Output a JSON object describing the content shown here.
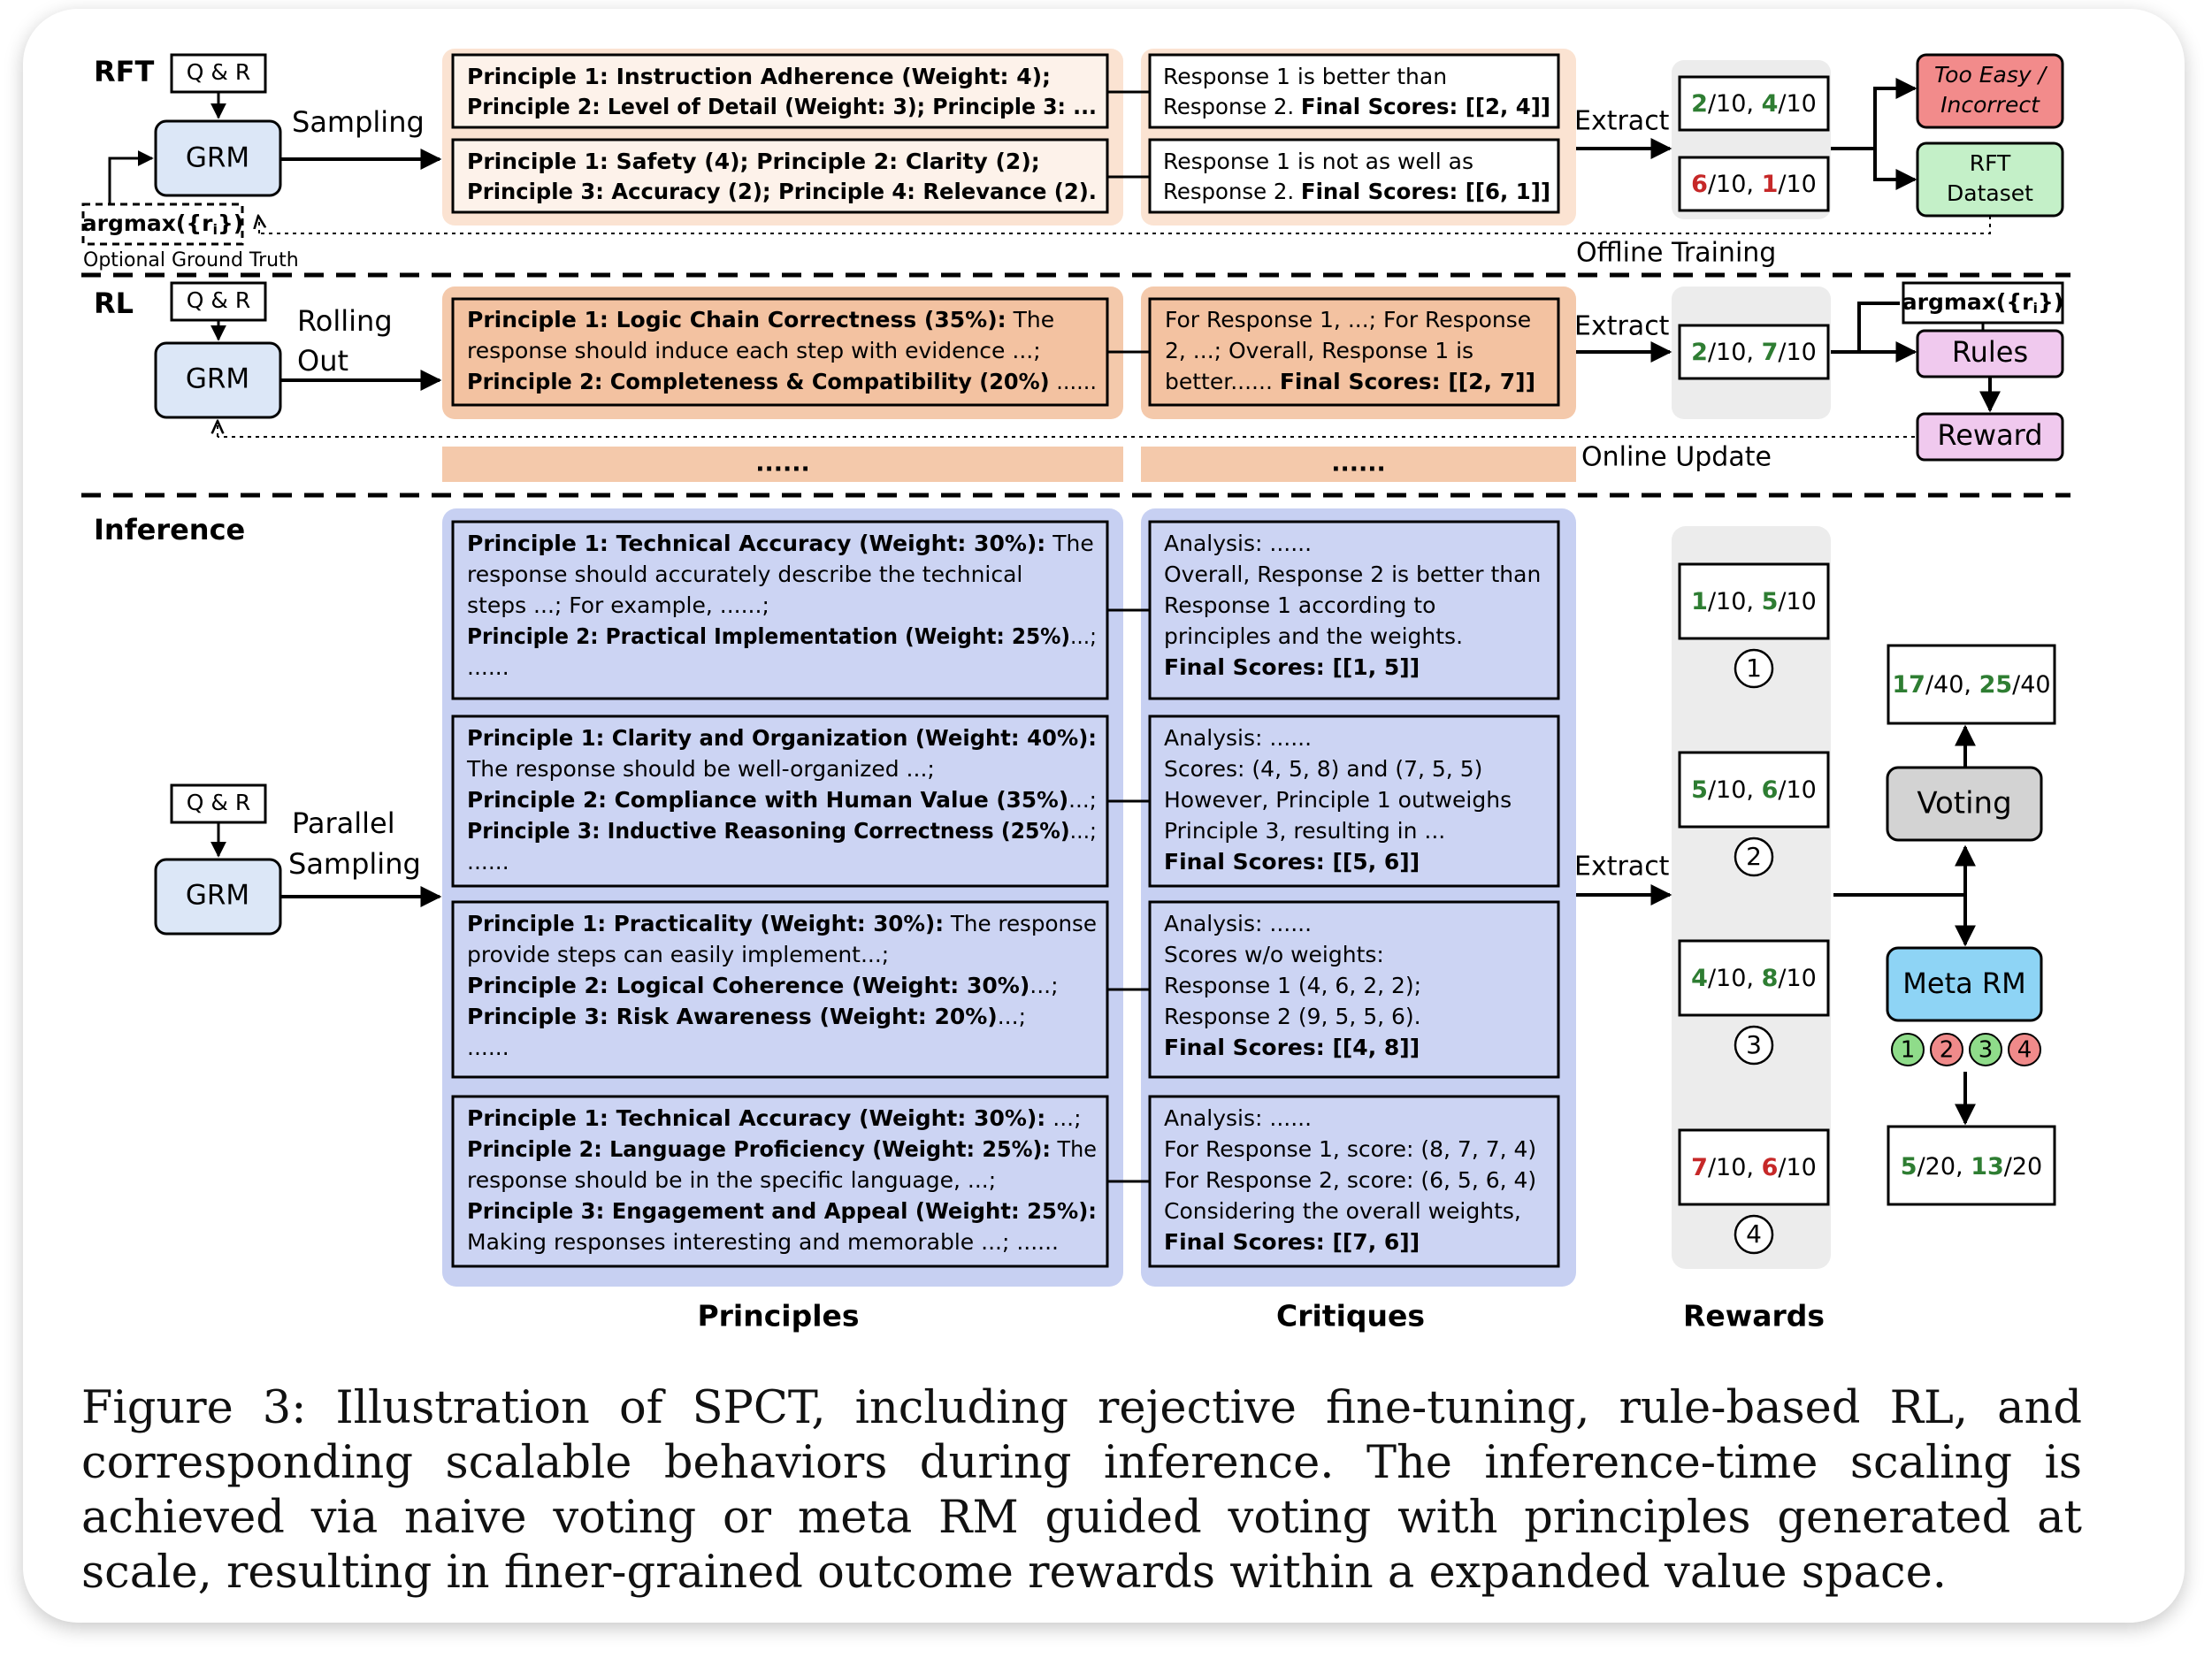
{
  "sections": {
    "rft": "RFT",
    "rl": "RL",
    "inference": "Inference"
  },
  "common": {
    "qr": "Q & R",
    "grm": "GRM",
    "argmax_prefix": "argmax({r",
    "argmax_sub": "i",
    "argmax_suffix": "})",
    "extract": "Extract",
    "ellipsis": "......"
  },
  "rft": {
    "sampling": "Sampling",
    "optional_gt": "Optional Ground Truth",
    "offline_training": "Offline Training",
    "principles": [
      [
        [
          {
            "t": "Principle 1: Instruction Adherence (Weight: 4);",
            "b": true
          }
        ],
        [
          {
            "t": "Principle 2: Level of Detail (Weight: 3); Principle 3: ...",
            "b": true
          }
        ]
      ],
      [
        [
          {
            "t": "Principle 1: Safety (4); Principle 2: Clarity (2);",
            "b": true
          }
        ],
        [
          {
            "t": "Principle 3: Accuracy (2); Principle 4: Relevance (2).",
            "b": true
          }
        ]
      ]
    ],
    "critiques": [
      [
        [
          {
            "t": "Response 1 is better than"
          }
        ],
        [
          {
            "t": "Response 2. "
          },
          {
            "t": "Final Scores: [[2, 4]]",
            "b": true
          }
        ]
      ],
      [
        [
          {
            "t": "Response 1 is not as well as"
          }
        ],
        [
          {
            "t": "Response 2. "
          },
          {
            "t": "Final Scores: [[6, 1]]",
            "b": true
          }
        ]
      ]
    ],
    "rewards": [
      [
        {
          "t": "2",
          "b": true,
          "c": "#2e7d32"
        },
        {
          "t": "/10, "
        },
        {
          "t": "4",
          "b": true,
          "c": "#2e7d32"
        },
        {
          "t": "/10"
        }
      ],
      [
        {
          "t": "6",
          "b": true,
          "c": "#c62828"
        },
        {
          "t": "/10, "
        },
        {
          "t": "1",
          "b": true,
          "c": "#c62828"
        },
        {
          "t": "/10"
        }
      ]
    ],
    "too_easy": [
      "Too Easy /",
      "Incorrect"
    ],
    "rft_dataset": [
      "RFT",
      "Dataset"
    ]
  },
  "rl": {
    "rolling_out": [
      "Rolling",
      "Out"
    ],
    "online_update": "Online Update",
    "principle": [
      [
        {
          "t": "Principle 1: Logic Chain Correctness (35%):",
          "b": true
        },
        {
          "t": " The"
        }
      ],
      [
        {
          "t": "response should induce each step with evidence ...;"
        }
      ],
      [
        {
          "t": "Principle 2: Completeness & Compatibility (20%)",
          "b": true
        },
        {
          "t": " ......"
        }
      ]
    ],
    "critique": [
      [
        {
          "t": "For Response 1, ...; For Response"
        }
      ],
      [
        {
          "t": "2, ...; Overall, Response 1 is"
        }
      ],
      [
        {
          "t": "better...... "
        },
        {
          "t": "Final Scores: [[2, 7]]",
          "b": true
        }
      ]
    ],
    "reward": [
      {
        "t": "2",
        "b": true,
        "c": "#2e7d32"
      },
      {
        "t": "/10, "
      },
      {
        "t": "7",
        "b": true,
        "c": "#2e7d32"
      },
      {
        "t": "/10"
      }
    ],
    "rules": "Rules",
    "reward_label": "Reward"
  },
  "inference": {
    "parallel_sampling": [
      "Parallel",
      "Sampling"
    ],
    "principles": [
      [
        [
          {
            "t": "Principle 1: Technical Accuracy (Weight: 30%):",
            "b": true
          },
          {
            "t": " The"
          }
        ],
        [
          {
            "t": "response should accurately describe the technical"
          }
        ],
        [
          {
            "t": "steps ...; For example, ......;"
          }
        ],
        [
          {
            "t": "Principle 2: Practical Implementation (Weight: 25%)",
            "b": true
          },
          {
            "t": "...;"
          }
        ],
        [
          {
            "t": "......"
          }
        ]
      ],
      [
        [
          {
            "t": "Principle 1: Clarity and Organization (Weight: 40%):",
            "b": true
          }
        ],
        [
          {
            "t": "The response should be well-organized ...;"
          }
        ],
        [
          {
            "t": "Principle 2: Compliance with Human Value (35%)",
            "b": true
          },
          {
            "t": "...;"
          }
        ],
        [
          {
            "t": "Principle 3: Inductive Reasoning Correctness (25%)",
            "b": true
          },
          {
            "t": "...;"
          }
        ],
        [
          {
            "t": "......"
          }
        ]
      ],
      [
        [
          {
            "t": "Principle 1: Practicality (Weight: 30%):",
            "b": true
          },
          {
            "t": " The response"
          }
        ],
        [
          {
            "t": "provide steps can easily implement...;"
          }
        ],
        [
          {
            "t": "Principle 2: Logical Coherence (Weight: 30%)",
            "b": true
          },
          {
            "t": "...;"
          }
        ],
        [
          {
            "t": "Principle 3: Risk Awareness (Weight: 20%)",
            "b": true
          },
          {
            "t": "...;"
          }
        ],
        [
          {
            "t": "......"
          }
        ]
      ],
      [
        [
          {
            "t": "Principle 1: Technical Accuracy (Weight: 30%):",
            "b": true
          },
          {
            "t": " ...;"
          }
        ],
        [
          {
            "t": "Principle 2: Language Proficiency (Weight: 25%):",
            "b": true
          },
          {
            "t": " The"
          }
        ],
        [
          {
            "t": "response should be in the specific language, ...;"
          }
        ],
        [
          {
            "t": "Principle 3: Engagement and Appeal (Weight: 25%):",
            "b": true
          }
        ],
        [
          {
            "t": "Making responses interesting and memorable ...; ......"
          }
        ]
      ]
    ],
    "critiques": [
      [
        [
          {
            "t": "Analysis: ......"
          }
        ],
        [
          {
            "t": "Overall, Response 2 is better than"
          }
        ],
        [
          {
            "t": "Response 1 according to"
          }
        ],
        [
          {
            "t": "principles and the weights."
          }
        ],
        [
          {
            "t": "Final Scores: [[1, 5]]",
            "b": true
          }
        ]
      ],
      [
        [
          {
            "t": "Analysis: ......"
          }
        ],
        [
          {
            "t": "Scores: (4, 5, 8) and (7, 5, 5)"
          }
        ],
        [
          {
            "t": "However, Principle 1 outweighs"
          }
        ],
        [
          {
            "t": "Principle 3, resulting in ..."
          }
        ],
        [
          {
            "t": "Final Scores: [[5, 6]]",
            "b": true
          }
        ]
      ],
      [
        [
          {
            "t": "Analysis: ......"
          }
        ],
        [
          {
            "t": "Scores w/o weights:"
          }
        ],
        [
          {
            "t": "   Response 1 (4, 6, 2, 2);"
          }
        ],
        [
          {
            "t": "   Response 2 (9, 5, 5, 6)."
          }
        ],
        [
          {
            "t": "Final Scores: [[4, 8]]",
            "b": true
          }
        ]
      ],
      [
        [
          {
            "t": "Analysis: ......"
          }
        ],
        [
          {
            "t": "For Response 1, score: (8, 7, 7, 4)"
          }
        ],
        [
          {
            "t": "For Response 2, score: (6, 5, 6, 4)"
          }
        ],
        [
          {
            "t": "Considering the overall weights,"
          }
        ],
        [
          {
            "t": "Final Scores: [[7, 6]]",
            "b": true
          }
        ]
      ]
    ],
    "rewards": [
      [
        {
          "t": "1",
          "b": true,
          "c": "#2e7d32"
        },
        {
          "t": "/10, "
        },
        {
          "t": "5",
          "b": true,
          "c": "#2e7d32"
        },
        {
          "t": "/10"
        }
      ],
      [
        {
          "t": "5",
          "b": true,
          "c": "#2e7d32"
        },
        {
          "t": "/10, "
        },
        {
          "t": "6",
          "b": true,
          "c": "#2e7d32"
        },
        {
          "t": "/10"
        }
      ],
      [
        {
          "t": "4",
          "b": true,
          "c": "#2e7d32"
        },
        {
          "t": "/10, "
        },
        {
          "t": "8",
          "b": true,
          "c": "#2e7d32"
        },
        {
          "t": "/10"
        }
      ],
      [
        {
          "t": "7",
          "b": true,
          "c": "#c62828"
        },
        {
          "t": "/10, "
        },
        {
          "t": "6",
          "b": true,
          "c": "#c62828"
        },
        {
          "t": "/10"
        }
      ]
    ],
    "circle_numbers": [
      "1",
      "2",
      "3",
      "4"
    ],
    "voting": "Voting",
    "meta_rm": "Meta RM",
    "voting_result": [
      {
        "t": "17",
        "b": true,
        "c": "#2e7d32"
      },
      {
        "t": "/40, "
      },
      {
        "t": "25",
        "b": true,
        "c": "#2e7d32"
      },
      {
        "t": "/40"
      }
    ],
    "meta_result": [
      {
        "t": "5",
        "b": true,
        "c": "#2e7d32"
      },
      {
        "t": "/20, "
      },
      {
        "t": "13",
        "b": true,
        "c": "#2e7d32"
      },
      {
        "t": "/20"
      }
    ],
    "meta_marks": [
      {
        "n": "1",
        "state": "keep"
      },
      {
        "n": "2",
        "state": "drop"
      },
      {
        "n": "3",
        "state": "keep"
      },
      {
        "n": "4",
        "state": "drop"
      }
    ],
    "column_labels": {
      "principles": "Principles",
      "critiques": "Critiques",
      "rewards": "Rewards"
    }
  },
  "colors": {
    "rft_panel": "#fbe3d2",
    "rft_box": "#fdf2ea",
    "rl_panel": "#f4c9ab",
    "rl_box": "#f3c2a1",
    "inf_panel": "#c7d0f2",
    "inf_box": "#ccd4f3",
    "grm": "#dce7f7",
    "too_easy": "#f28b8b",
    "rft_dataset": "#c4f0c8",
    "rules": "#f0c9ee",
    "meta_rm": "#8ed4f5",
    "voting": "#d3d3d3",
    "reward_col": "#ececec",
    "green": "#2e7d32",
    "red": "#c62828"
  },
  "caption": "Figure 3: Illustration of SPCT, including rejective fine-tuning, rule-based RL, and corresponding scalable behaviors during inference. The inference-time scaling is achieved via naive voting or meta RM guided voting with principles generated at scale, resulting in finer-grained outcome rewards within a expanded value space."
}
